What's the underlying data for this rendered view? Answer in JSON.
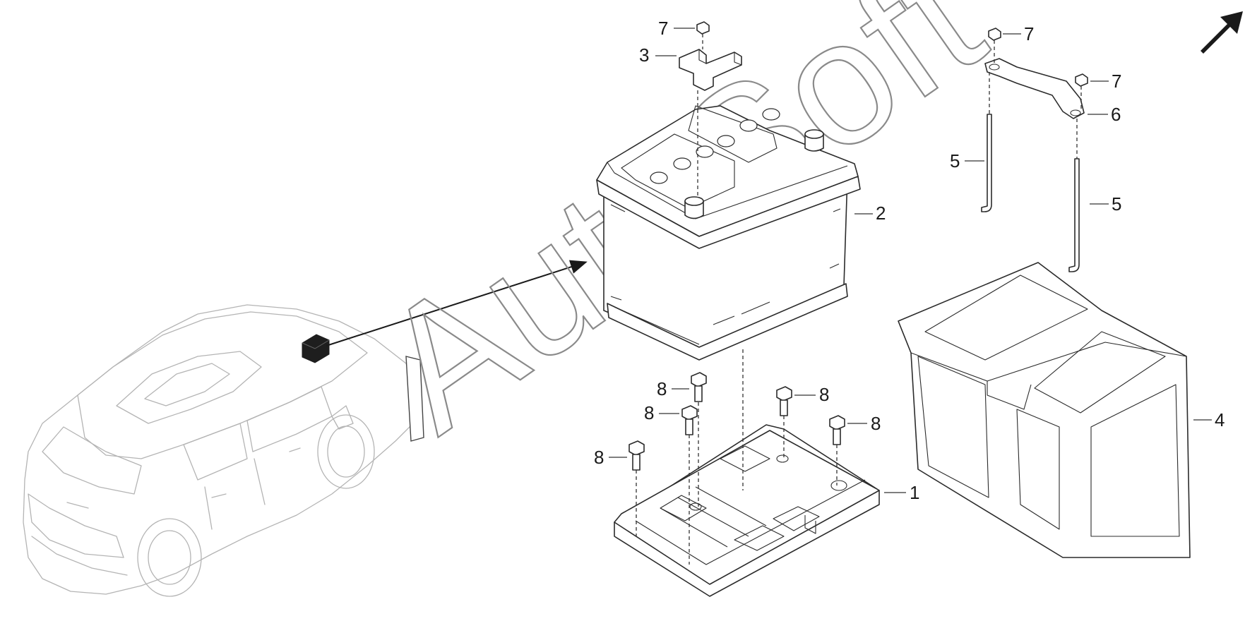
{
  "diagram": {
    "watermark_text": "AutoSoft",
    "callouts": {
      "c1": "1",
      "c2": "2",
      "c3": "3",
      "c4": "4",
      "c5a": "5",
      "c5b": "5",
      "c6": "6",
      "c7a": "7",
      "c7b": "7",
      "c7c": "7",
      "c8a": "8",
      "c8b": "8",
      "c8c": "8",
      "c8d": "8",
      "c8e": "8"
    },
    "icons": [
      "direction-arrow-icon",
      "location-arrow-icon"
    ]
  }
}
